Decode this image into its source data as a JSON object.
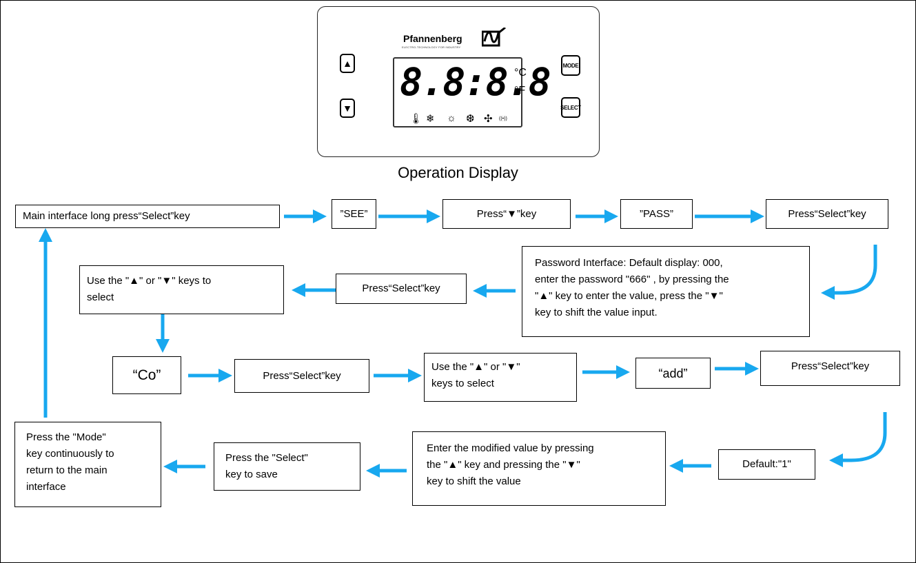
{
  "device": {
    "brand": "Pfannenberg",
    "tagline": "ELECTRO-TECHNOLOGY FOR INDUSTRY",
    "up_key": "▲",
    "down_key": "▼",
    "mode_key": "MODE",
    "select_key": "SELECT",
    "lcd_digits": "8.8:8.8",
    "unit_c": "°C",
    "unit_f": "°F",
    "symbols": [
      "🌡",
      "❄",
      "☼",
      "❆",
      "✣",
      "((•))"
    ],
    "caption": "Operation Display"
  },
  "flow": {
    "row1": [
      "Main interface long press“Select”key",
      "”SEE”",
      "Press“▼”key",
      "”PASS”",
      "Press“Select”key"
    ],
    "password_box": "Password Interface: Default display: 000,\nenter the password \"666\" , by pressing the\n\"▲\" key to enter the value, press the \"▼\"\nkey to shift the value input.",
    "row2_press": "Press“Select”key",
    "row2_use": "Use the \"▲\" or \"▼\" keys to\nselect",
    "row3": [
      "“Co”",
      "Press“Select”key",
      "Use the \"▲\" or \"▼\"\nkeys to select",
      "“add”",
      "Press“Select”key"
    ],
    "default_box": "Default:\"1\"",
    "enter_box": "Enter the modified value by pressing\nthe \"▲\" key and pressing the \"▼\"\nkey to shift the value",
    "save_box": "Press the \"Select\"\nkey to save",
    "mode_box": "Press the \"Mode\"\nkey continuously to\nreturn to the main\ninterface"
  },
  "colors": {
    "arrow": "#18a8ef",
    "border": "#000000"
  }
}
